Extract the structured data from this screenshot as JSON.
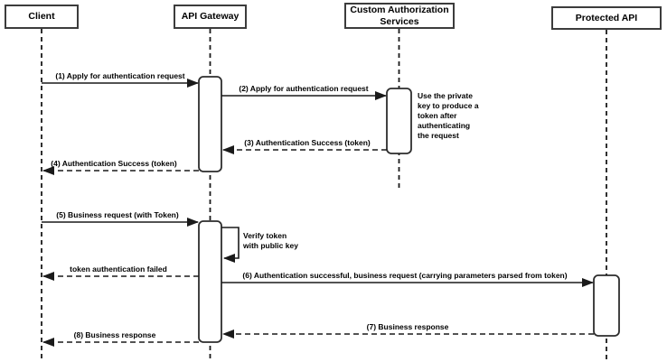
{
  "diagram": {
    "type": "sequence-diagram",
    "actors": [
      {
        "label": "Client"
      },
      {
        "label": "API Gateway"
      },
      {
        "label": "Custom Authorization Services",
        "lines": [
          "Custom Authorization",
          "Services"
        ]
      },
      {
        "label": "Protected API"
      }
    ],
    "messages": [
      {
        "label": "(1) Apply for authentication request",
        "from": "Client",
        "to": "API Gateway",
        "style": "solid"
      },
      {
        "label": "(2) Apply for authentication request",
        "from": "API Gateway",
        "to": "Custom Authorization Services",
        "style": "solid"
      },
      {
        "label": "(3) Authentication Success (token)",
        "from": "Custom Authorization Services",
        "to": "API Gateway",
        "style": "dashed"
      },
      {
        "label": "(4) Authentication Success (token)",
        "from": "API Gateway",
        "to": "Client",
        "style": "dashed"
      },
      {
        "label": "(5) Business request (with Token)",
        "from": "Client",
        "to": "API Gateway",
        "style": "solid"
      },
      {
        "label": "token authentication failed",
        "from": "API Gateway",
        "to": "Client",
        "style": "dashed"
      },
      {
        "label": "(6) Authentication successful, business request (carrying parameters parsed from token)",
        "from": "API Gateway",
        "to": "Protected API",
        "style": "solid"
      },
      {
        "label": "(7) Business response",
        "from": "Protected API",
        "to": "API Gateway",
        "style": "dashed"
      },
      {
        "label": "(8) Business response",
        "from": "API Gateway",
        "to": "Client",
        "style": "dashed"
      }
    ],
    "self_message": {
      "actor": "API Gateway",
      "lines": [
        "Verify token",
        "with public key"
      ]
    },
    "note": {
      "attached_to": "Custom Authorization Services",
      "lines": [
        "Use the private",
        "key to produce a",
        "token after",
        "authenticating",
        "the request"
      ]
    },
    "colors": {
      "stroke": "#1a1a1a",
      "fill": "#ffffff",
      "text": "#000000"
    }
  }
}
